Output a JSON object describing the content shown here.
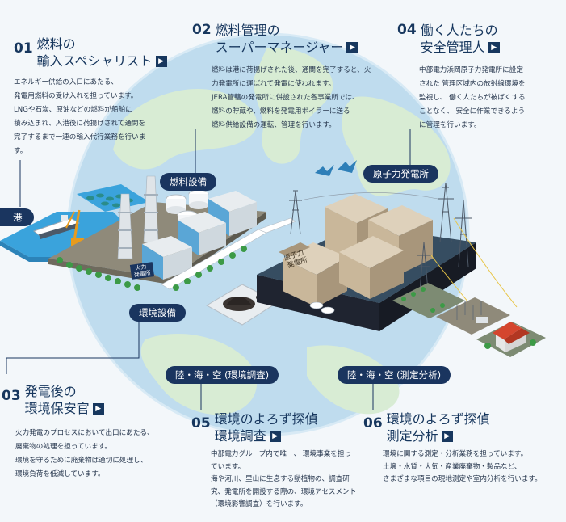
{
  "sections": [
    {
      "num": "01",
      "title_lines": [
        "燃料の",
        "輸入スペシャリスト"
      ],
      "desc_lines": [
        "エネルギー供給の入口にあたる、",
        "発電用燃料の受け入れを担っています。",
        "LNGや石炭、原油などの燃料が船舶に",
        "積み込まれ、入港後に荷揚げされて通関を",
        "完了するまで一連の輸入代行業務を行いま",
        "す。"
      ]
    },
    {
      "num": "02",
      "title_lines": [
        "燃料管理の",
        "スーパーマネージャー"
      ],
      "desc_lines": [
        "燃料は港に荷揚げされた後、通関を完了すると、火",
        "力発電所に運ばれて発電に使われます。",
        "JERA管轄の発電所に併設された各事業所では、",
        "燃料の貯蔵や、燃料を発電用ボイラーに送る",
        "燃料供給設備の運転、管理を行います。"
      ]
    },
    {
      "num": "03",
      "title_lines": [
        "発電後の",
        "環境保安官"
      ],
      "desc_lines": [
        "火力発電のプロセスにおいて出口にあたる、",
        "廃棄物の処理を担っています。",
        "環境を守るために廃棄物は適切に処理し、",
        "環境負荷を低減しています。"
      ]
    },
    {
      "num": "04",
      "title_lines": [
        "働く人たちの",
        "安全管理人"
      ],
      "desc_lines": [
        "中部電力浜岡原子力発電所に設定",
        "された 管理区域内の放射線環境を",
        "監視し、 働く人たちが被ばくする",
        "ことなく、 安全に作業できるよう",
        "に管理を行います。"
      ]
    },
    {
      "num": "05",
      "title_lines": [
        "環境のよろず探偵",
        "環境調査"
      ],
      "desc_lines": [
        "中部電力グループ内で唯一、 環境事業を担っ",
        "ています。",
        "海や河川、里山に生息する動植物の、調査研",
        "究、発電所を開設する際の、環境アセスメント",
        "（環境影響調査）を行います。"
      ]
    },
    {
      "num": "06",
      "title_lines": [
        "環境のよろず探偵",
        "測定分析"
      ],
      "desc_lines": [
        "環境に関する測定・分析業務を担っています。",
        "土壌・水質・大気・産業廃棄物・製品など、",
        "さまざまな項目の現地測定や室内分析を行います。"
      ]
    }
  ],
  "labels": {
    "port": "港",
    "fuel_facility": "燃料設備",
    "nuclear_plant": "原子力発電所",
    "env_facility": "環境設備",
    "env_survey": "陸・海・空 (環境調査)",
    "measurement": "陸・海・空 (測定分析)"
  },
  "signs": {
    "thermal": "火力\n発電所",
    "nuclear": "原子力\n発電所"
  },
  "arrow_glyph": "▶",
  "colors": {
    "navy": "#17375e",
    "pill": "#1a355f",
    "globe_sea": "#bcdcee",
    "globe_land": "#d7ebd2",
    "water": "#3aa3dc",
    "ground": "#8f8a7a",
    "concrete": "#cfd5db",
    "nuclear_building": "#c9b79a"
  }
}
